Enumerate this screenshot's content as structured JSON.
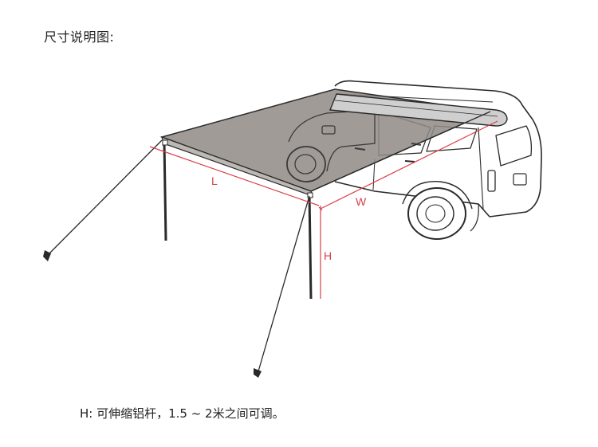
{
  "heading": "尺寸说明图:",
  "labels": {
    "length": "L",
    "width": "W",
    "height": "H"
  },
  "caption": "H: 可伸缩铝杆，1.5 ~ 2米之间可调。",
  "colors": {
    "background": "#ffffff",
    "dimension_lines": "#d9404a",
    "canopy_fill": "#8f8a85",
    "outline": "#2a2a2a"
  },
  "icons": [
    "suv-outline",
    "awning-canopy",
    "support-pole",
    "guy-rope",
    "ground-stake"
  ]
}
